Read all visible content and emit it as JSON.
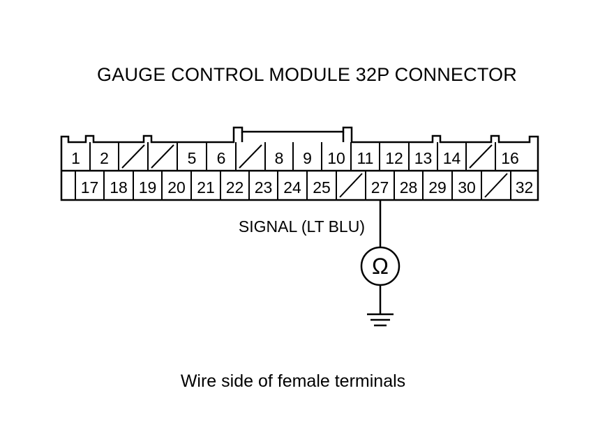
{
  "title": "GAUGE CONTROL MODULE 32P CONNECTOR",
  "caption": "Wire side of female terminals",
  "connector": {
    "top_row": [
      "1",
      "2",
      "",
      "",
      "5",
      "6",
      "",
      "8",
      "9",
      "10",
      "11",
      "12",
      "13",
      "14",
      "",
      "16"
    ],
    "bottom_row": [
      "",
      "17",
      "18",
      "19",
      "20",
      "21",
      "22",
      "23",
      "24",
      "25",
      "",
      "27",
      "28",
      "29",
      "30",
      "",
      "32"
    ],
    "top_empty_slash": [
      2,
      3,
      6,
      14
    ],
    "bottom_empty_slash": [
      10,
      15
    ],
    "probe_terminal": "27"
  },
  "signal_label": "SIGNAL (LT BLU)",
  "meter_symbol": "Ω",
  "icons": {
    "meter": "ohmmeter-icon",
    "ground": "ground-icon"
  }
}
